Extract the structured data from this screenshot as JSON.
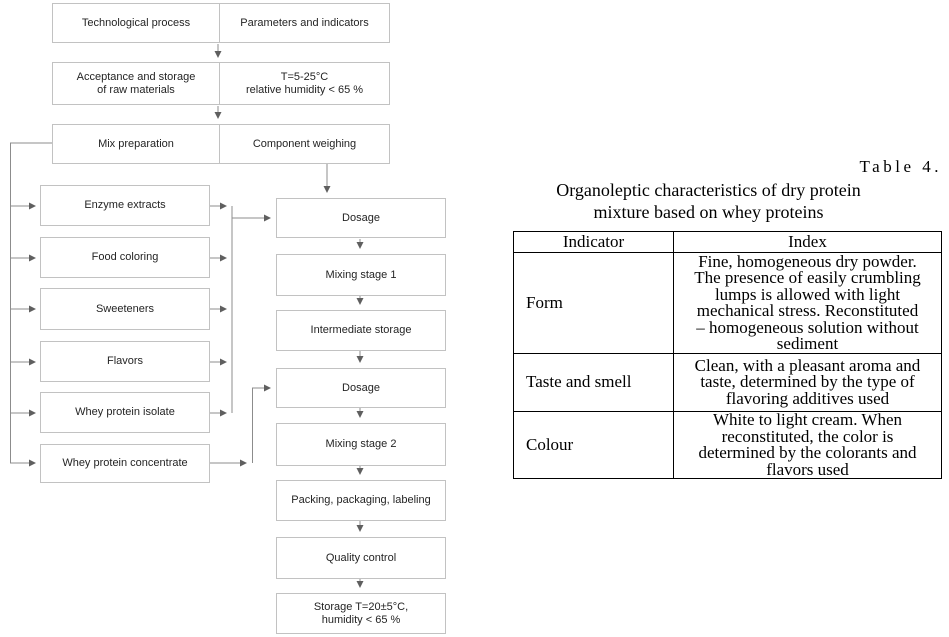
{
  "flowchart": {
    "header_rows": [
      {
        "left": "Technological process",
        "right": "Parameters and indicators"
      },
      {
        "left": "Acceptance and storage\nof raw materials",
        "right": "T=5-25°C\nrelative humidity < 65 %"
      },
      {
        "left": "Mix preparation",
        "right": "Component weighing"
      }
    ],
    "ingredients": [
      "Enzyme extracts",
      "Food coloring",
      "Sweeteners",
      "Flavors",
      "Whey protein isolate",
      "Whey protein concentrate"
    ],
    "process_steps": [
      "Dosage",
      "Mixing stage 1",
      "Intermediate storage",
      "Dosage",
      "Mixing stage 2",
      "Packing, packaging, labeling",
      "Quality control",
      "Storage T=20±5°C,\nhumidity < 65 %"
    ]
  },
  "table": {
    "caption": "Table 4.",
    "title": "Organoleptic characteristics of dry protein\nmixture based on whey proteins",
    "columns": [
      "Indicator",
      "Index"
    ],
    "rows": [
      {
        "indicator": "Form",
        "index": "Fine, homogeneous dry powder.\nThe presence of easily crumbling\nlumps is allowed with light\nmechanical stress. Reconstituted\n– homogeneous solution without\nsediment"
      },
      {
        "indicator": "Taste and smell",
        "index": "Clean, with a pleasant aroma and\ntaste, determined by the type of\nflavoring additives used"
      },
      {
        "indicator": "Colour",
        "index": "White to light cream. When\nreconstituted, the color is\ndetermined by the colorants and\nflavors used"
      }
    ]
  },
  "colors": {
    "table_border": "#000000",
    "flow_box_border": "#c2c2c2",
    "flow_line": "#8c8c8c",
    "arrowhead": "#5f5f5f",
    "text_dark": "#1c1c1c"
  }
}
